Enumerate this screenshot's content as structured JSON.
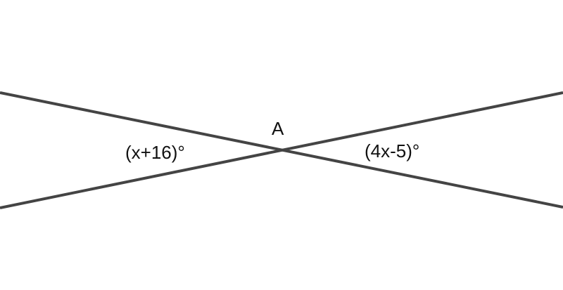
{
  "figure": {
    "point_label": "A",
    "angle_left_label": "(x+16)°",
    "angle_right_label": "(4x-5)°"
  },
  "colors": {
    "line": "#444444",
    "text": "#111111",
    "background": "#ffffff"
  }
}
